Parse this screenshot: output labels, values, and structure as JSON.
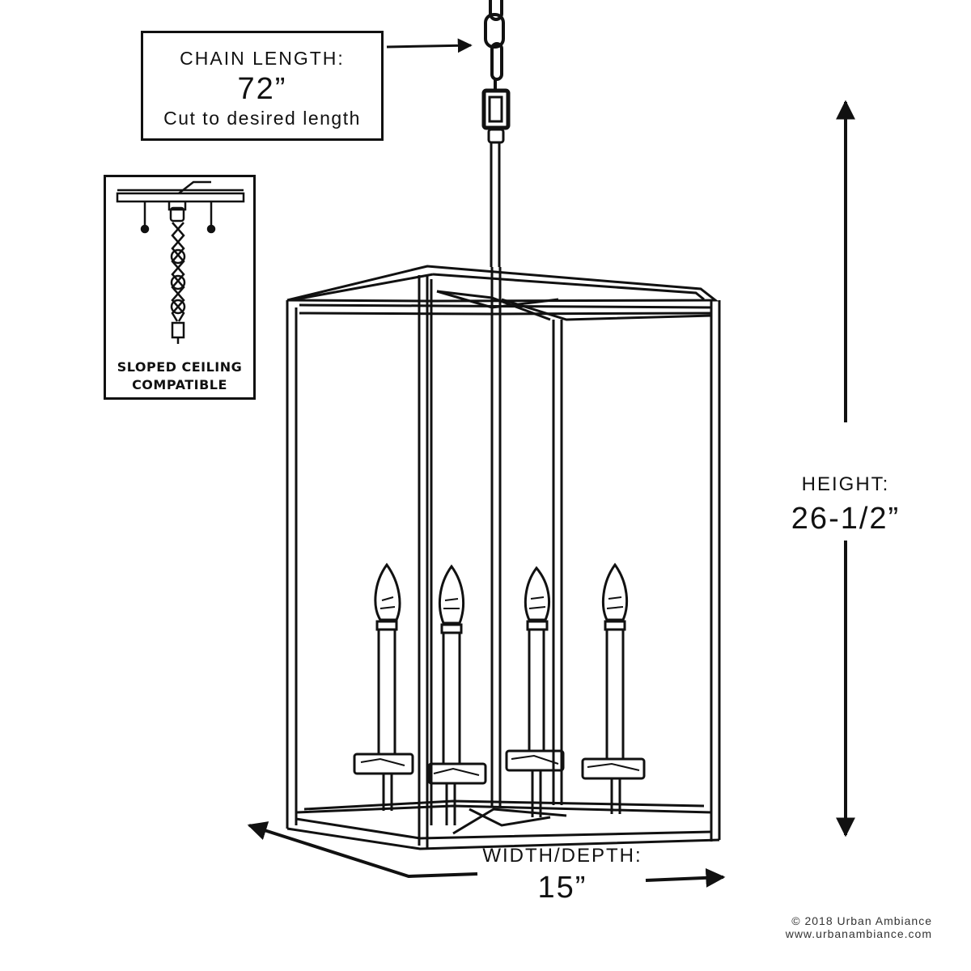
{
  "chain": {
    "title": "CHAIN LENGTH:",
    "value": "72”",
    "note": "Cut to desired length"
  },
  "sloped": {
    "line1": "SLOPED CEILING",
    "line2": "COMPATIBLE"
  },
  "height": {
    "title": "HEIGHT:",
    "value": "26-1/2”"
  },
  "width_depth": {
    "title": "WIDTH/DEPTH:",
    "value": "15”"
  },
  "copyright": {
    "line1": "© 2018 Urban Ambiance",
    "line2": "www.urbanambiance.com"
  }
}
